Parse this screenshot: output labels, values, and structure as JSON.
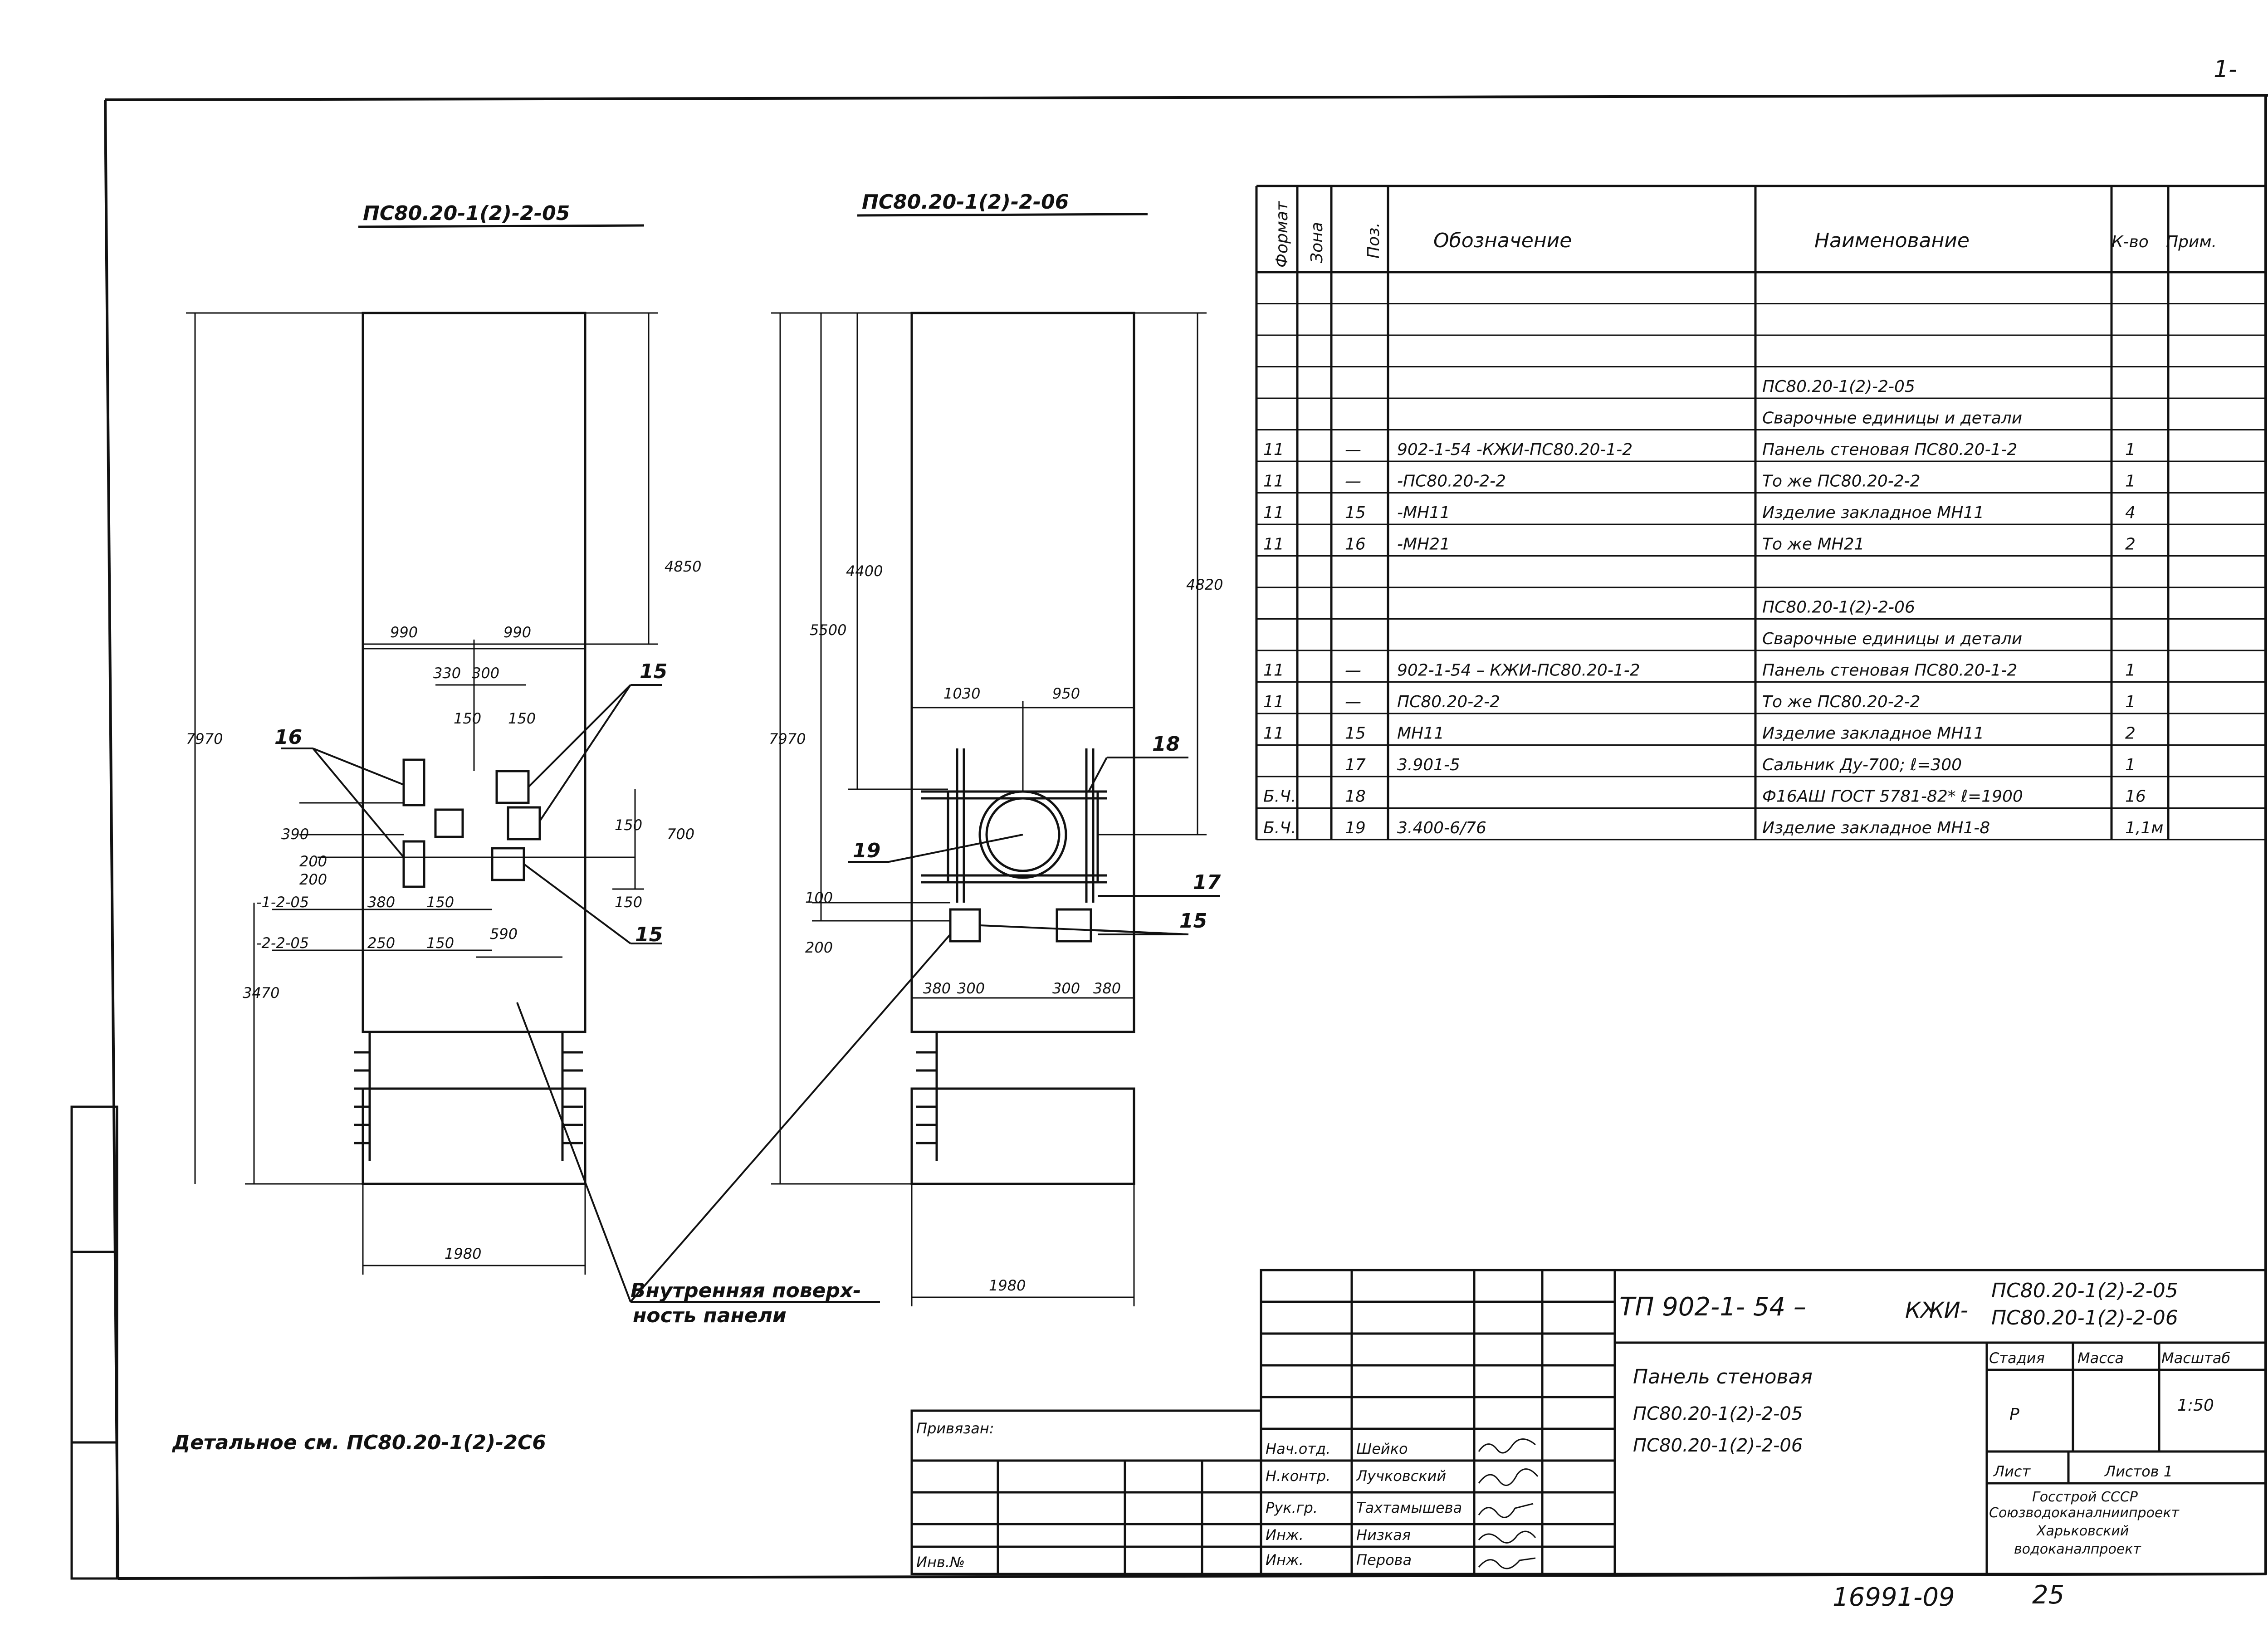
{
  "sheet": {
    "corner_mark": "1-",
    "left_note": "Детальное см. ПС80.20-1(2)-2С6",
    "callout_inner": "Внутренняя поверх-",
    "callout_inner2": "ность панели",
    "archive_number": "16991-09",
    "page_number": "25"
  },
  "drawings": {
    "left": {
      "title": "ПС80.20-1(2)-2-05",
      "dims": {
        "d990a": "990",
        "d990b": "990",
        "d330": "330",
        "d300": "300",
        "d150a": "150",
        "d150b": "150",
        "d390": "390",
        "d200a": "200",
        "d200b": "200",
        "d380": "380",
        "d150c": "150",
        "d250": "250",
        "d150d": "150",
        "d590": "590",
        "d150e": "150",
        "d150f": "150",
        "d700": "700",
        "d7970": "7970",
        "d4850": "4850",
        "d3470": "3470",
        "d1980": "1980",
        "ref1": "-1-2-05",
        "ref2": "-2-2-05",
        "pos16": "16",
        "pos15a": "15",
        "pos15b": "15"
      }
    },
    "right": {
      "title": "ПС80.20-1(2)-2-06",
      "dims": {
        "d1030": "1030",
        "d950": "950",
        "d7970": "7970",
        "d5500": "5500",
        "d4400": "4400",
        "d4820": "4820",
        "d200": "200",
        "d100": "100",
        "d380a": "380",
        "d300a": "300",
        "d300b": "300",
        "d380b": "380",
        "d1980": "1980",
        "pos18": "18",
        "pos19": "19",
        "pos17": "17",
        "pos15": "15"
      }
    }
  },
  "spec_table": {
    "headers": {
      "format": "Формат",
      "zone": "Зона",
      "pos": "Поз.",
      "designation": "Обозначение",
      "name": "Наименование",
      "qty": "К-во",
      "note": "Прим."
    },
    "rows": [
      {
        "format": "",
        "pos": "",
        "designation": "",
        "name": "",
        "qty": ""
      },
      {
        "format": "",
        "pos": "",
        "designation": "",
        "name": "",
        "qty": ""
      },
      {
        "format": "",
        "pos": "",
        "designation": "",
        "name": "",
        "qty": ""
      },
      {
        "format": "",
        "pos": "",
        "designation": "",
        "name": "ПС80.20-1(2)-2-05",
        "qty": ""
      },
      {
        "format": "",
        "pos": "",
        "designation": "",
        "name": "Сварочные единицы и детали",
        "qty": ""
      },
      {
        "format": "11",
        "pos": "—",
        "designation": "902-1-54 -КЖИ-ПС80.20-1-2",
        "name": "Панель стеновая ПС80.20-1-2",
        "qty": "1"
      },
      {
        "format": "11",
        "pos": "—",
        "designation": "-ПС80.20-2-2",
        "name": "То же        ПС80.20-2-2",
        "qty": "1"
      },
      {
        "format": "11",
        "pos": "15",
        "designation": "-МН11",
        "name": "Изделие закладное МН11",
        "qty": "4"
      },
      {
        "format": "11",
        "pos": "16",
        "designation": "-МН21",
        "name": "То же           МН21",
        "qty": "2"
      },
      {
        "format": "",
        "pos": "",
        "designation": "",
        "name": "",
        "qty": ""
      },
      {
        "format": "",
        "pos": "",
        "designation": "",
        "name": "ПС80.20-1(2)-2-06",
        "qty": ""
      },
      {
        "format": "",
        "pos": "",
        "designation": "",
        "name": "Сварочные единицы и детали",
        "qty": ""
      },
      {
        "format": "11",
        "pos": "—",
        "designation": "902-1-54 – КЖИ-ПС80.20-1-2",
        "name": "Панель стеновая ПС80.20-1-2",
        "qty": "1"
      },
      {
        "format": "11",
        "pos": "—",
        "designation": "ПС80.20-2-2",
        "name": "То же        ПС80.20-2-2",
        "qty": "1"
      },
      {
        "format": "11",
        "pos": "15",
        "designation": "МН11",
        "name": "Изделие закладное МН11",
        "qty": "2"
      },
      {
        "format": "",
        "pos": "17",
        "designation": "3.901-5",
        "name": "Сальник Ду-700; ℓ=300",
        "qty": "1"
      },
      {
        "format": "Б.Ч.",
        "pos": "18",
        "designation": "",
        "name": "Ф16АШ ГОСТ 5781-82* ℓ=1900",
        "qty": "16"
      },
      {
        "format": "Б.Ч.",
        "pos": "19",
        "designation": "3.400-6/76",
        "name": "Изделие закладное МН1-8",
        "qty": "1,1м"
      }
    ]
  },
  "title_block": {
    "doc_code": "ТП 902-1- 54 –",
    "doc_code_suffix": "КЖИ-",
    "doc_variant1": "ПС80.20-1(2)-2-05",
    "doc_variant2": "ПС80.20-1(2)-2-06",
    "product_name": "Панель стеновая",
    "product_var1": "ПС80.20-1(2)-2-05",
    "product_var2": "ПС80.20-1(2)-2-06",
    "stage_label": "Стадия",
    "mass_label": "Масса",
    "scale_label": "Масштаб",
    "stage_value": "Р",
    "scale_value": "1:50",
    "sheet_label": "Лист",
    "sheets_label": "Листов 1",
    "org1": "Госстрой СССР",
    "org2": "Союзводоканалниипроект",
    "org3": "Харьковский",
    "org4": "водоканалпроект",
    "bound_label": "Привязан:",
    "inv_label": "Инв.№",
    "signers": [
      {
        "role": "Нач.отд.",
        "name": "Шейко"
      },
      {
        "role": "Н.контр.",
        "name": "Лучковский"
      },
      {
        "role": "Рук.гр.",
        "name": "Тахтамышева"
      },
      {
        "role": "Инж.",
        "name": "Низкая"
      },
      {
        "role": "Инж.",
        "name": "Перова"
      }
    ]
  }
}
